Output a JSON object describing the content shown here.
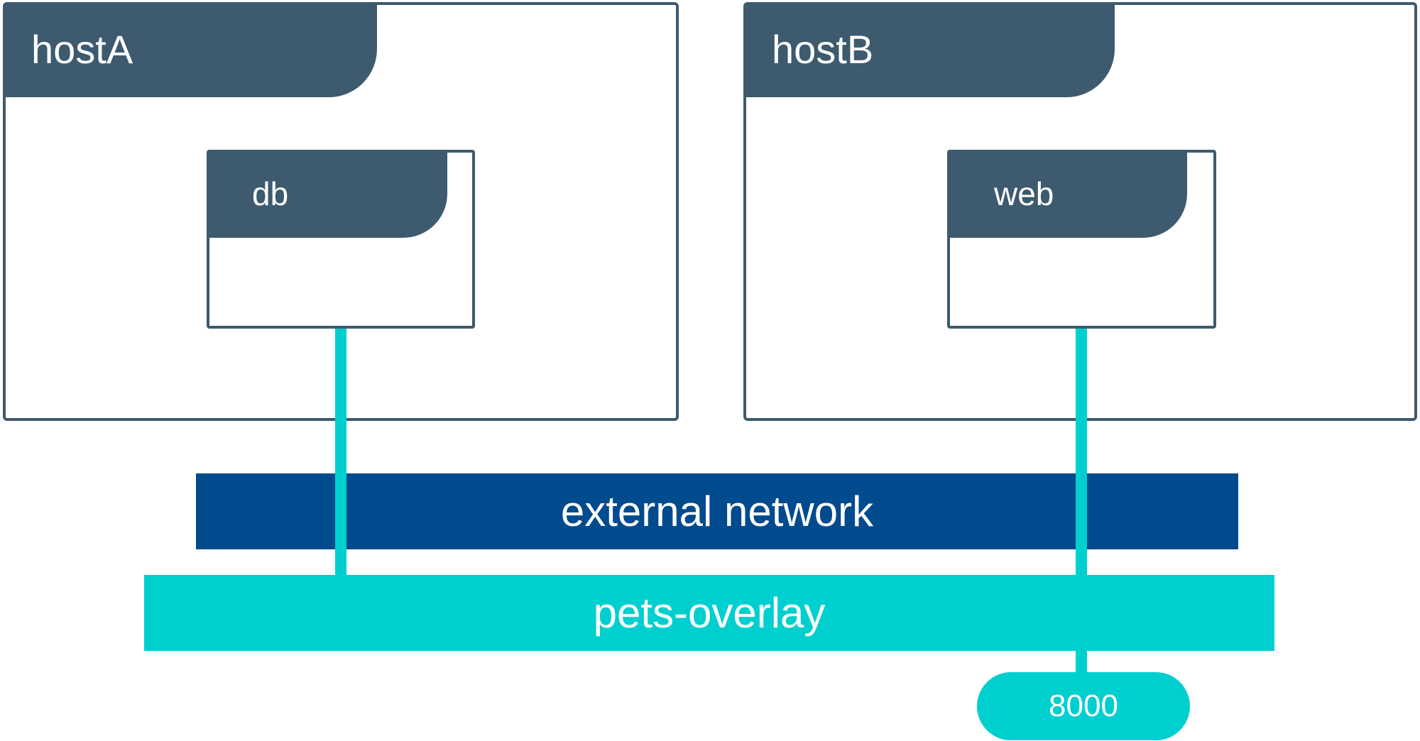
{
  "hosts": [
    {
      "label": "hostA",
      "container": {
        "label": "db"
      }
    },
    {
      "label": "hostB",
      "container": {
        "label": "web"
      }
    }
  ],
  "networks": {
    "external": {
      "label": "external network",
      "color": "#004b8d"
    },
    "overlay": {
      "label": "pets-overlay",
      "color": "#00cfcf"
    }
  },
  "port": {
    "label": "8000"
  },
  "colors": {
    "box_stroke": "#3d5a6e",
    "tab_fill": "#3d5a6e",
    "wire": "#00cfcf"
  }
}
